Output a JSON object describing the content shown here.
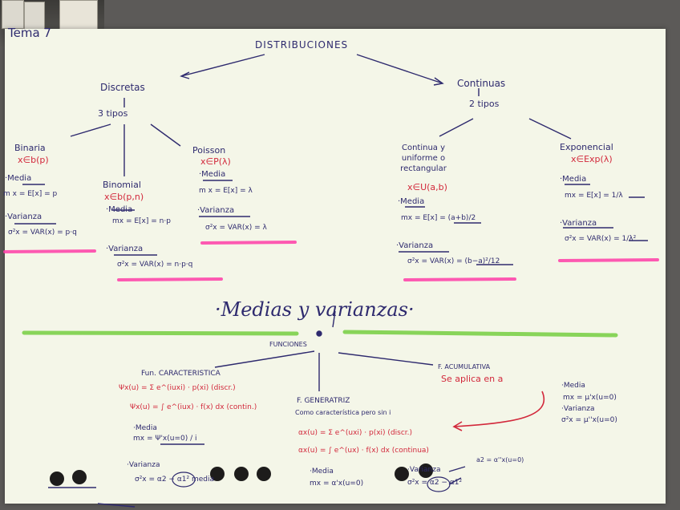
{
  "page": {
    "tema": "Tema 7",
    "title": "DISTRIBUCIONES",
    "banner": "·Medias  y varianzas·",
    "colors": {
      "ink": "#2e2a6e",
      "red": "#d2283b",
      "pink": "#ff3ea8",
      "green": "#7dd14a"
    }
  },
  "discretas": {
    "title": "Discretas",
    "count": "3 tipos",
    "binaria": {
      "name": "Binaria",
      "dist": "x∈b(p)",
      "media_label": "·Media",
      "media": "m x = E[x] = p",
      "var_label": "·Varianza",
      "var": "σ²x = VAR(x) = p·q"
    },
    "binomial": {
      "name": "Binomial",
      "dist": "x∈b(p,n)",
      "media_label": "·Media",
      "media": "mx = E[x] = n·p",
      "var_label": "·Varianza",
      "var": "σ²x = VAR(x) = n·p·q"
    },
    "poisson": {
      "name": "Poisson",
      "dist": "x∈P(λ)",
      "media_label": "·Media",
      "media": "m x = E[x] = λ",
      "var_label": "·Varianza",
      "var": "σ²x = VAR(x) = λ"
    }
  },
  "continuas": {
    "title": "Continuas",
    "count": "2 tipos",
    "uniforme": {
      "name": "Continua y uniforme o rectangular",
      "dist": "x∈U(a,b)",
      "media_label": "·Media",
      "media": "mx = E[x] = (a+b)/2",
      "var_label": "·Varianza",
      "var": "σ²x = VAR(x) = (b−a)²/12"
    },
    "exponencial": {
      "name": "Exponencial",
      "dist": "x∈Exp(λ)",
      "media_label": "·Media",
      "media": "mx = E[x] = 1/λ",
      "var_label": "·Varianza",
      "var": "σ²x = VAR(x) = 1/λ²"
    }
  },
  "funciones": {
    "label": "FUNCIONES",
    "caracteristica": {
      "title": "Fun. CARACTERISTICA",
      "f1": "Ψx(u) = Σ e^(iuxi) · p(xi)  (discr.)",
      "f2": "Ψx(u) = ∫ e^(iux) · f(x) dx  (contin.)",
      "media_label": "·Media",
      "media": "mx = Ψ'x(u=0) / i",
      "var_label": "·Varianza",
      "var": "σ²x = α2 − α1² media"
    },
    "generatriz": {
      "title": "F. GENERATRIZ",
      "note": "Como característica pero sin i",
      "f1": "αx(u) = Σ e^(uxi) · p(xi)  (discr.)",
      "f2": "αx(u) = ∫ e^(ux) · f(x) dx  (continua)",
      "media_label": "·Media",
      "media": "mx = α'x(u=0)",
      "var_label": "·Varianza",
      "var": "σ²x = α2 − α1²",
      "a2": "a2 = α''x(u=0)"
    },
    "acumulativa": {
      "title": "F. ACUMULATIVA",
      "note": "Se aplica en a",
      "media_label": "·Media",
      "media": "mx = μ'x(u=0)",
      "var_label": "·Varianza",
      "var": "σ²x = μ''x(u=0)"
    }
  }
}
